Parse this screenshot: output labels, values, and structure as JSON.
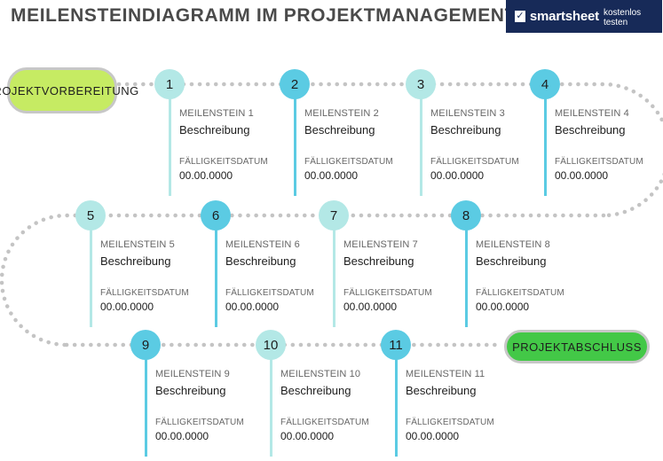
{
  "title": "MEILENSTEINDIAGRAMM IM PROJEKTMANAGEMENT",
  "brand": {
    "name": "smartsheet",
    "tag": "kostenlos testen"
  },
  "colors": {
    "dark": "#5bcbe3",
    "light": "#b3e8e6",
    "dots": "#c4c4c4",
    "start": "#c6eb63",
    "end": "#43c847"
  },
  "start_label": "PROJEKTVORBEREITUNG",
  "end_label": "PROJEKTABSCHLUSS",
  "milestones": [
    {
      "num": "1",
      "label": "MEILENSTEIN 1",
      "desc": "Beschreibung",
      "due_label": "FÄLLIGKEITSDATUM",
      "date": "00.00.0000",
      "shade": "light"
    },
    {
      "num": "2",
      "label": "MEILENSTEIN 2",
      "desc": "Beschreibung",
      "due_label": "FÄLLIGKEITSDATUM",
      "date": "00.00.0000",
      "shade": "dark"
    },
    {
      "num": "3",
      "label": "MEILENSTEIN 3",
      "desc": "Beschreibung",
      "due_label": "FÄLLIGKEITSDATUM",
      "date": "00.00.0000",
      "shade": "light"
    },
    {
      "num": "4",
      "label": "MEILENSTEIN 4",
      "desc": "Beschreibung",
      "due_label": "FÄLLIGKEITSDATUM",
      "date": "00.00.0000",
      "shade": "dark"
    },
    {
      "num": "5",
      "label": "MEILENSTEIN 5",
      "desc": "Beschreibung",
      "due_label": "FÄLLIGKEITSDATUM",
      "date": "00.00.0000",
      "shade": "light"
    },
    {
      "num": "6",
      "label": "MEILENSTEIN 6",
      "desc": "Beschreibung",
      "due_label": "FÄLLIGKEITSDATUM",
      "date": "00.00.0000",
      "shade": "dark"
    },
    {
      "num": "7",
      "label": "MEILENSTEIN 7",
      "desc": "Beschreibung",
      "due_label": "FÄLLIGKEITSDATUM",
      "date": "00.00.0000",
      "shade": "light"
    },
    {
      "num": "8",
      "label": "MEILENSTEIN 8",
      "desc": "Beschreibung",
      "due_label": "FÄLLIGKEITSDATUM",
      "date": "00.00.0000",
      "shade": "dark"
    },
    {
      "num": "9",
      "label": "MEILENSTEIN 9",
      "desc": "Beschreibung",
      "due_label": "FÄLLIGKEITSDATUM",
      "date": "00.00.0000",
      "shade": "dark"
    },
    {
      "num": "10",
      "label": "MEILENSTEIN 10",
      "desc": "Beschreibung",
      "due_label": "FÄLLIGKEITSDATUM",
      "date": "00.00.0000",
      "shade": "light"
    },
    {
      "num": "11",
      "label": "MEILENSTEIN 11",
      "desc": "Beschreibung",
      "due_label": "FÄLLIGKEITSDATUM",
      "date": "00.00.0000",
      "shade": "dark"
    }
  ]
}
